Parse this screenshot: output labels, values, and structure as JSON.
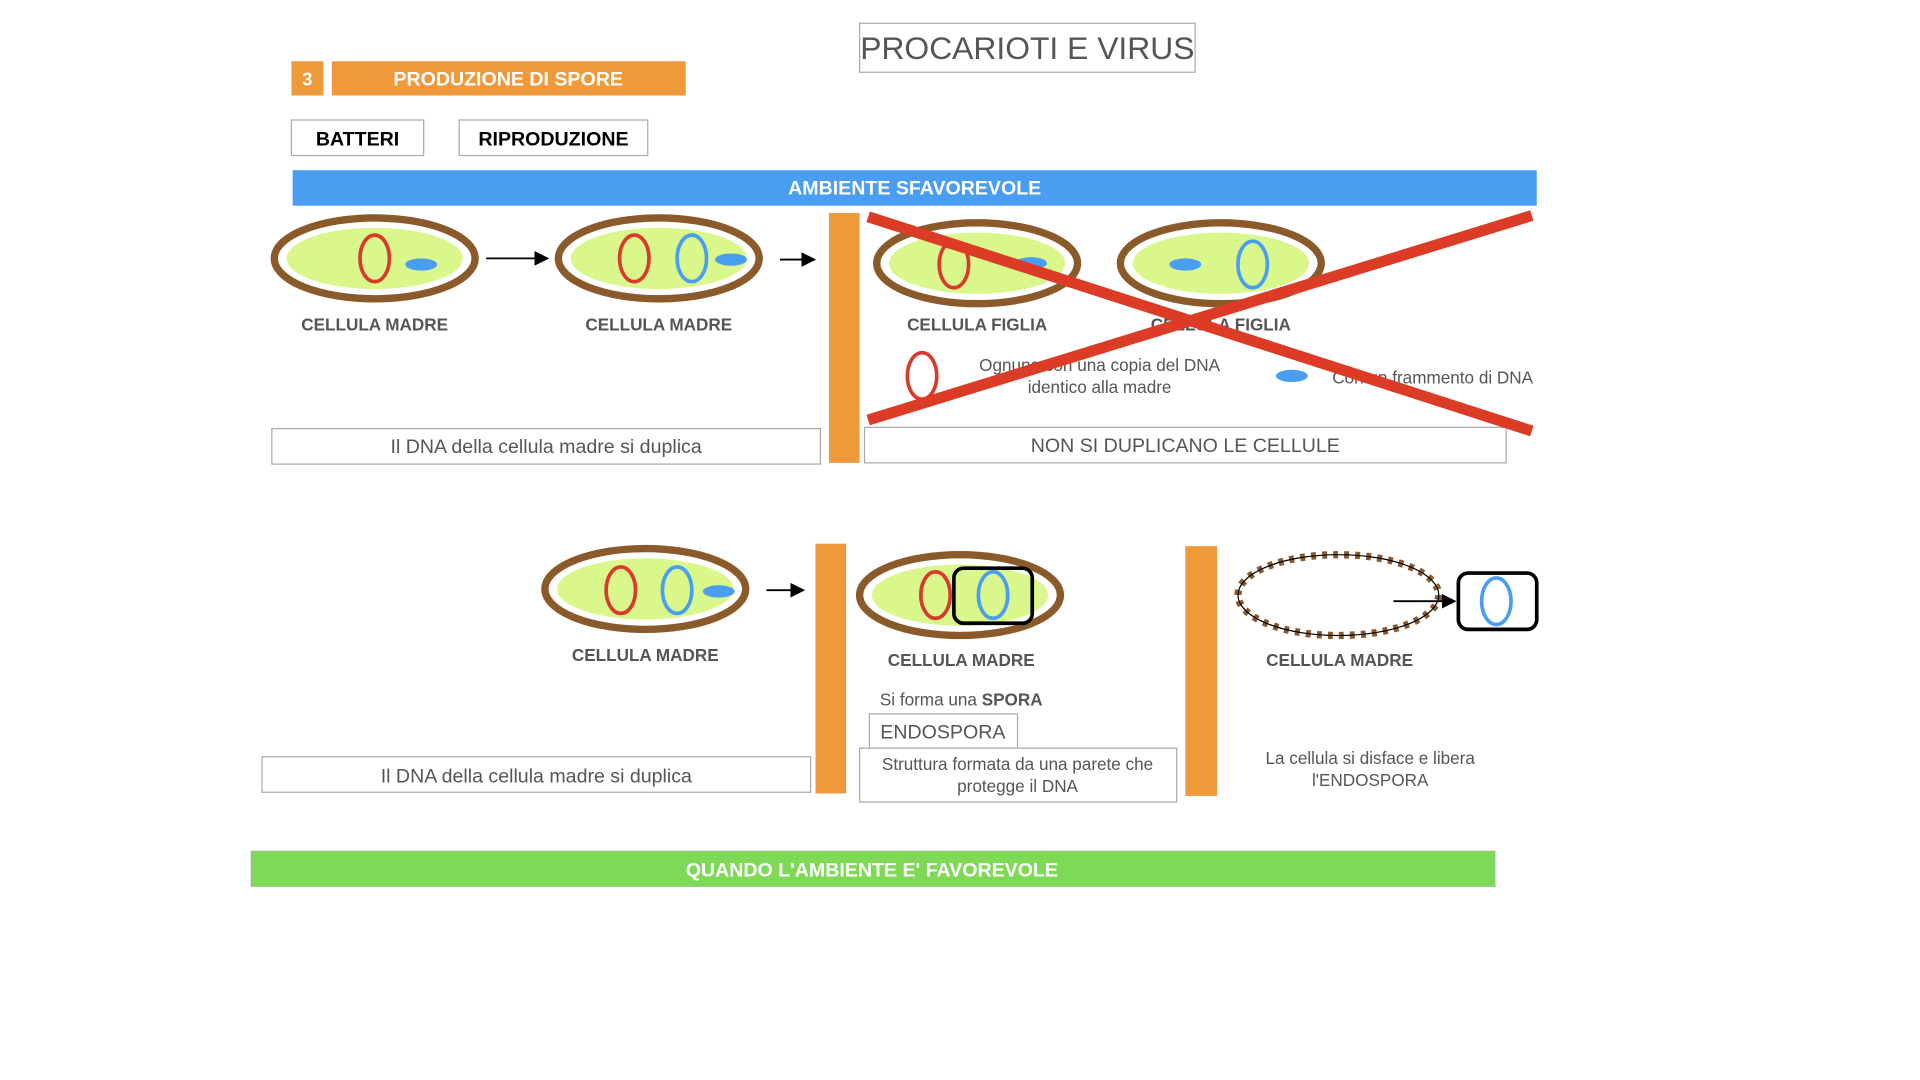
{
  "title": "PROCARIOTI E VIRUS",
  "section": {
    "number": "3",
    "label": "PRODUZIONE DI SPORE"
  },
  "tabs": [
    "BATTERI",
    "RIPRODUZIONE"
  ],
  "unfavorable_banner": "AMBIENTE SFAVOREVOLE",
  "favorable_banner": "QUANDO L'AMBIENTE E' FAVOREVOLE",
  "top": {
    "labels": [
      "CELLULA MADRE",
      "CELLULA MADRE",
      "CELLULA FIGLIA",
      "CELLULA FIGLIA"
    ],
    "legend_red": [
      "Ognuna con una copia del DNA",
      "identico alla madre"
    ],
    "legend_blue": "Con un frammento di DNA",
    "caption_left": "Il DNA della cellula madre si duplica",
    "caption_right": "NON SI DUPLICANO LE CELLULE"
  },
  "bottom": {
    "labels": [
      "CELLULA MADRE",
      "CELLULA MADRE",
      "CELLULA MADRE"
    ],
    "spore_prefix": "Si forma una ",
    "spore_bold": "SPORA",
    "endospora": "ENDOSPORA",
    "struttura": [
      "Struttura formata da una parete che",
      "protegge il DNA"
    ],
    "caption_left": "Il DNA della cellula madre si duplica",
    "release": [
      "La cellula si disface e libera",
      "l'ENDOSPORA"
    ]
  },
  "colors": {
    "orange": "#F0993A",
    "blue": "#4A9EF2",
    "green": "#7ED957",
    "red": "#DC3B26",
    "brown": "#8B5A2B"
  }
}
